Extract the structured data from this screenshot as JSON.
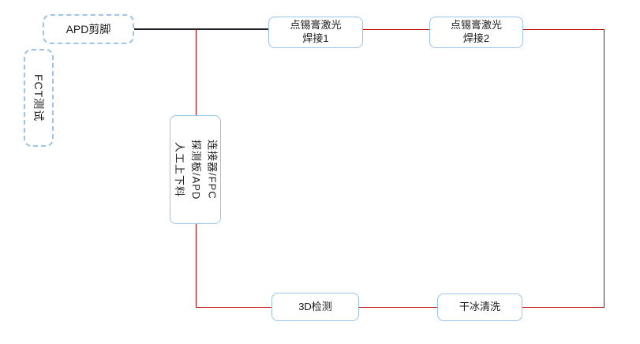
{
  "diagram": {
    "colors": {
      "box_border": "#9dc3e6",
      "connector_red": "#c00000",
      "connector_dark": "#1f1f28",
      "background": "#ffffff",
      "text": "#1a1a1a"
    },
    "nodes": {
      "apd_cut": {
        "label": "APD剪脚"
      },
      "fct_test": {
        "label": "FCT测试"
      },
      "manual_load": {
        "lines": [
          "人工上下料",
          "探测板/APD",
          "连接器/FPC"
        ]
      },
      "solder1": {
        "line1": "点锡膏激光",
        "line2": "焊接1"
      },
      "solder2": {
        "line1": "点锡膏激光",
        "line2": "焊接2"
      },
      "inspect_3d": {
        "label": "3D检测"
      },
      "dry_ice_clean": {
        "label": "干冰清洗"
      }
    }
  }
}
